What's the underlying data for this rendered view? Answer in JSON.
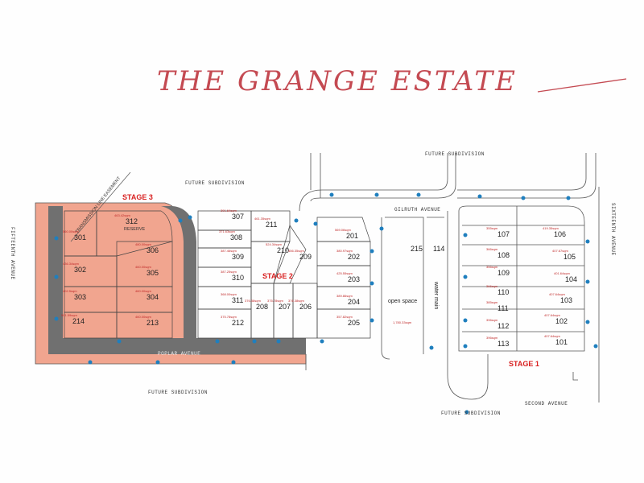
{
  "title": "THE GRANGE ESTATE",
  "roads": {
    "future_top_center": "FUTURE SUBDIVISION",
    "future_top_left": "FUTURE SUBDIVISION",
    "future_bottom_left": "FUTURE SUBDIVISION",
    "future_bottom_right": "FUTURE SUBDIVISION",
    "fifteenth": "FIFTEENTH AVENUE",
    "sixteenth": "SIXTEENTH AVENUE",
    "second": "SECOND AVENUE",
    "poplar": "POPLAR AVENUE",
    "gilruth": "GILRUTH AVENUE",
    "easement": "TRANSMISSION LINE EASEMENT"
  },
  "stages": {
    "s1": "STAGE 1",
    "s2": "STAGE 2",
    "s3": "STAGE 3"
  },
  "reserve": "RESERVE",
  "open_space": "open space",
  "open_space_area": "1,780.33sqm",
  "water_main": "water main",
  "lots": [
    {
      "n": "301",
      "a": "560.00sqm"
    },
    {
      "n": "302",
      "a": "436.34sqm"
    },
    {
      "n": "303",
      "a": "402.5sqm"
    },
    {
      "n": "214",
      "a": "501.59sqm"
    },
    {
      "n": "312",
      "a": "463.42sqm"
    },
    {
      "n": "306",
      "a": "480.00sqm"
    },
    {
      "n": "305",
      "a": "460.00sqm"
    },
    {
      "n": "304",
      "a": "460.00sqm"
    },
    {
      "n": "213",
      "a": "460.00sqm"
    },
    {
      "n": "307",
      "a": "391.64sqm"
    },
    {
      "n": "308",
      "a": "371.63sqm"
    },
    {
      "n": "309",
      "a": "387.46sqm"
    },
    {
      "n": "310",
      "a": "387.25sqm"
    },
    {
      "n": "311",
      "a": "368.00sqm"
    },
    {
      "n": "212",
      "a": "375.78sqm"
    },
    {
      "n": "211",
      "a": "461.35sqm"
    },
    {
      "n": "210",
      "a": "524.34sqm"
    },
    {
      "n": "209",
      "a": "456.35sqm"
    },
    {
      "n": "208",
      "a": "376.38sqm"
    },
    {
      "n": "207",
      "a": "375.78sqm"
    },
    {
      "n": "206",
      "a": "376.38sqm"
    },
    {
      "n": "201",
      "a": "569.06sqm"
    },
    {
      "n": "202",
      "a": "380.97sqm"
    },
    {
      "n": "203",
      "a": "425.55sqm"
    },
    {
      "n": "204",
      "a": "389.86sqm"
    },
    {
      "n": "205",
      "a": "357.82sqm"
    },
    {
      "n": "215",
      "a": ""
    },
    {
      "n": "114",
      "a": ""
    },
    {
      "n": "107",
      "a": "355sqm"
    },
    {
      "n": "108",
      "a": "366sqm"
    },
    {
      "n": "109",
      "a": "356sqm"
    },
    {
      "n": "110",
      "a": "366sqm"
    },
    {
      "n": "111",
      "a": "385sqm"
    },
    {
      "n": "112",
      "a": "396sqm"
    },
    {
      "n": "113",
      "a": "396sqm"
    },
    {
      "n": "106",
      "a": "419.35sqm"
    },
    {
      "n": "105",
      "a": "407.67sqm"
    },
    {
      "n": "104",
      "a": "401.64sqm"
    },
    {
      "n": "103",
      "a": "407.64sqm"
    },
    {
      "n": "102",
      "a": "407.64sqm"
    },
    {
      "n": "101",
      "a": "407.64sqm"
    }
  ],
  "colors": {
    "title": "#c44a52",
    "stage3_fill": "#f1a58f",
    "road_fill": "#707070",
    "pit": "#1f7fbe",
    "stage_text": "#d82020",
    "area_text": "#c02a2a"
  }
}
